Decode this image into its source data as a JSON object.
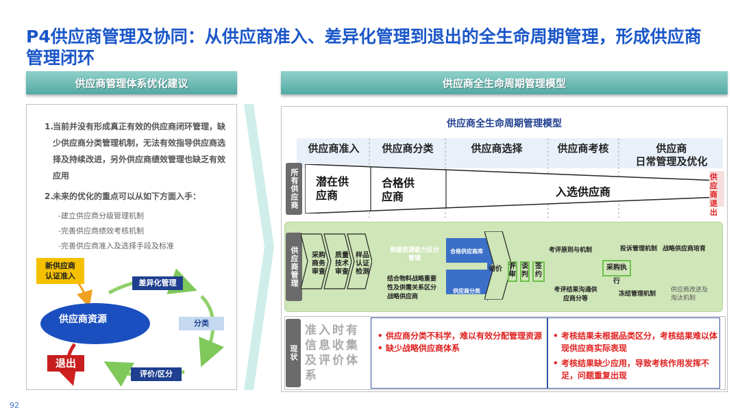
{
  "title": "P4供应商管理及协同：从供应商准入、差异化管理到退出的全生命周期管理，形成供应商管理闭环",
  "page_number": "92",
  "left": {
    "header": "供应商管理体系优化建议",
    "items": [
      {
        "num": "1.",
        "text": "当前并没有形成真正有效的供应商闭环管理，缺少供应商分类管理机制，无法有效指导供应商选择及持续改进，另外供应商绩效管理也缺乏有效应用"
      },
      {
        "num": "2.",
        "text": "未来的优化的重点可以从如下方面入手："
      }
    ],
    "sub_items": [
      "-建立供应商分级管理机制",
      "-完善供应商绩效考核机制",
      "-完善供应商准入及选择手段及标准"
    ],
    "cycle": {
      "center": "供应商资源",
      "new_supplier": "新供应商\n认证准入",
      "diff_mgmt": "差异化管理",
      "classify": "分类",
      "evaluate": "评价/区分",
      "exit": "退出"
    }
  },
  "right": {
    "header": "供应商全生命周期管理模型",
    "model_title": "供应商全生命周期管理模型",
    "stages": [
      "供应商准入",
      "供应商分类",
      "供应商选择",
      "供应商考核",
      "供应商\n日常管理及优化"
    ],
    "row1_label": "所有供应商",
    "potential": "潜在供\n应商",
    "qualified": "合格供\n应商",
    "selected": "入选供应商",
    "exit_label": "供应商退出",
    "row2_label": "供应商管理",
    "admission_cols": [
      "采购商务审查",
      "质量技术审查",
      "样品认证检测"
    ],
    "classify_top": "依据资源能力区分管理",
    "classify_bottom": "结合物料战略重要性及供需关系区分战略供应商",
    "arrow_top": "合格供应商库",
    "arrow_bottom": "供应商分类",
    "inquiry": "询价",
    "select_boxes": [
      "评审",
      "谈判",
      "签约"
    ],
    "assess_top": "考评原则与机制",
    "assess_bottom": "考评结果沟通供应商分等",
    "purchase_exec": "采购执行",
    "daily_top_1": "投诉管理机制",
    "daily_top_2": "战略供应商培育",
    "daily_freeze": "冻结管理机制",
    "daily_improve": "供应商改进及淘汰机制",
    "row3_label": "现状",
    "status_admission": "准入时有信息收集及评价体系",
    "status_mid": [
      "供应商分类不科学，难以有效分配管理资源",
      "缺少战略供应商体系"
    ],
    "status_right": [
      "考核结果未根据品类区分，考核结果难以体现供应商实际表现",
      "考核结果缺少应用，导致考核作用发挥不足，问题重复出现"
    ]
  },
  "colors": {
    "title": "#1a56c8",
    "header": "#54aaa4",
    "red": "#e02020",
    "navy": "#1f3f8f",
    "ellipse": "#1b4fbf"
  }
}
